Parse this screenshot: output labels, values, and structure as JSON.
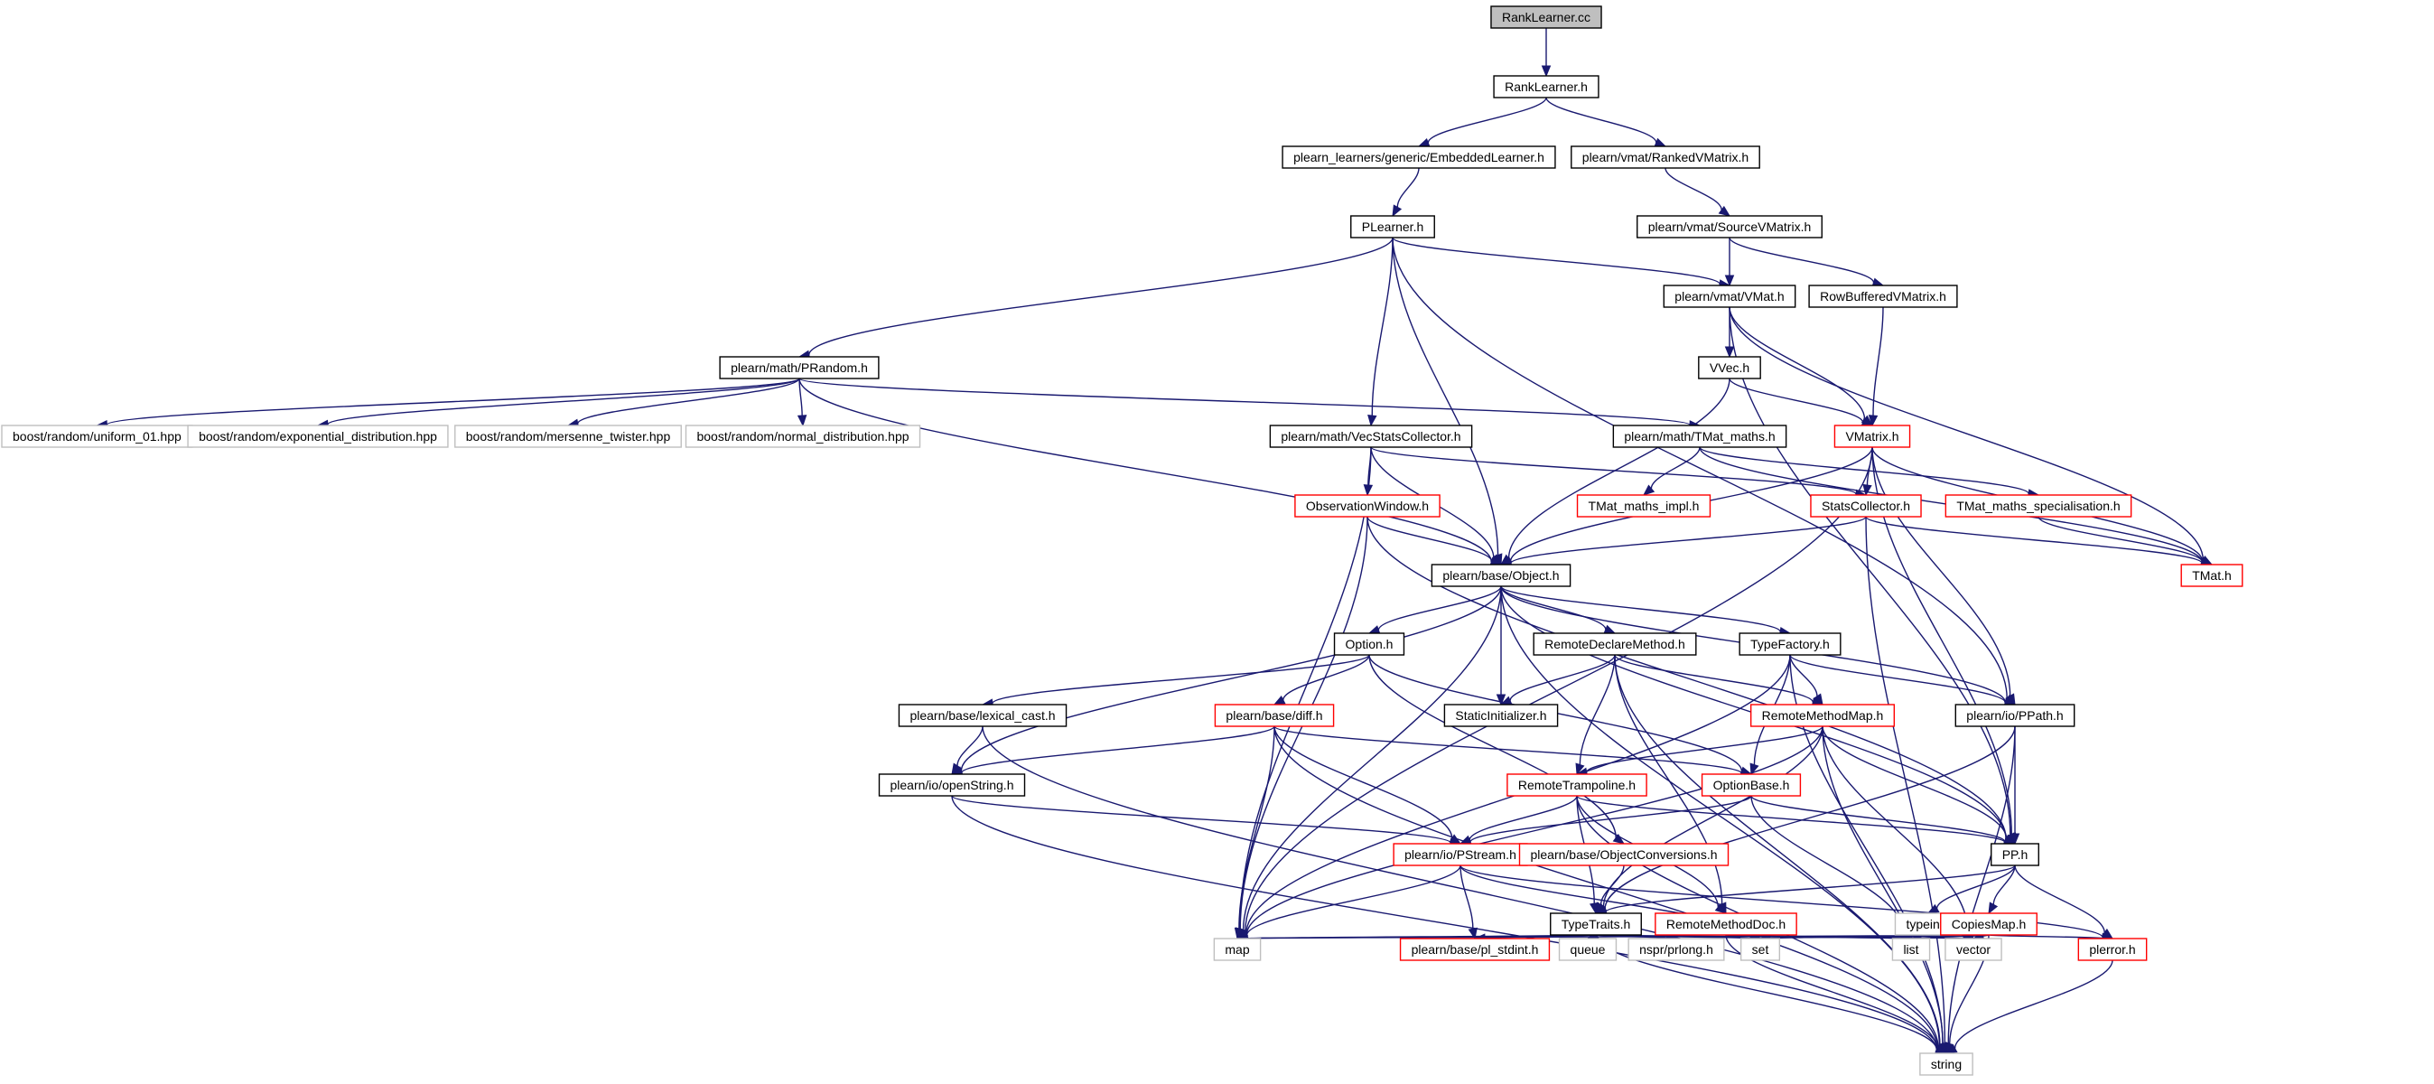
{
  "title": "RankLearner.cc",
  "colors": {
    "edge": "#191970",
    "root_fill": "#bfbfbf",
    "documented_border": "#000000",
    "truncated_border": "#ff0000",
    "external_border": "#bfbfbf",
    "node_fill": "#ffffff"
  },
  "nodes": [
    {
      "id": "n0",
      "label": "RankLearner.cc",
      "kind": "root"
    },
    {
      "id": "n1",
      "label": "RankLearner.h",
      "kind": "doc"
    },
    {
      "id": "n2",
      "label": "plearn_learners/generic/EmbeddedLearner.h",
      "kind": "doc"
    },
    {
      "id": "n3",
      "label": "plearn/vmat/RankedVMatrix.h",
      "kind": "doc"
    },
    {
      "id": "n4",
      "label": "PLearner.h",
      "kind": "doc"
    },
    {
      "id": "n5",
      "label": "plearn/vmat/SourceVMatrix.h",
      "kind": "doc"
    },
    {
      "id": "n6",
      "label": "plearn/vmat/VMat.h",
      "kind": "doc"
    },
    {
      "id": "n7",
      "label": "RowBufferedVMatrix.h",
      "kind": "doc"
    },
    {
      "id": "n8",
      "label": "plearn/math/PRandom.h",
      "kind": "doc"
    },
    {
      "id": "n9",
      "label": "VVec.h",
      "kind": "doc"
    },
    {
      "id": "n10",
      "label": "boost/random/uniform_01.hpp",
      "kind": "ext"
    },
    {
      "id": "n11",
      "label": "boost/random/exponential_distribution.hpp",
      "kind": "ext"
    },
    {
      "id": "n12",
      "label": "boost/random/mersenne_twister.hpp",
      "kind": "ext"
    },
    {
      "id": "n13",
      "label": "boost/random/normal_distribution.hpp",
      "kind": "ext"
    },
    {
      "id": "n14",
      "label": "plearn/math/VecStatsCollector.h",
      "kind": "doc"
    },
    {
      "id": "n15",
      "label": "plearn/math/TMat_maths.h",
      "kind": "doc"
    },
    {
      "id": "n16",
      "label": "VMatrix.h",
      "kind": "trunc"
    },
    {
      "id": "n17",
      "label": "ObservationWindow.h",
      "kind": "trunc"
    },
    {
      "id": "n18",
      "label": "TMat_maths_impl.h",
      "kind": "trunc"
    },
    {
      "id": "n19",
      "label": "StatsCollector.h",
      "kind": "trunc"
    },
    {
      "id": "n20",
      "label": "TMat_maths_specialisation.h",
      "kind": "trunc"
    },
    {
      "id": "n21",
      "label": "plearn/base/Object.h",
      "kind": "doc"
    },
    {
      "id": "n22",
      "label": "TMat.h",
      "kind": "trunc"
    },
    {
      "id": "n23",
      "label": "Option.h",
      "kind": "doc"
    },
    {
      "id": "n24",
      "label": "RemoteDeclareMethod.h",
      "kind": "doc"
    },
    {
      "id": "n25",
      "label": "TypeFactory.h",
      "kind": "doc"
    },
    {
      "id": "n26",
      "label": "plearn/base/lexical_cast.h",
      "kind": "doc"
    },
    {
      "id": "n27",
      "label": "plearn/base/diff.h",
      "kind": "trunc"
    },
    {
      "id": "n28",
      "label": "StaticInitializer.h",
      "kind": "doc"
    },
    {
      "id": "n29",
      "label": "RemoteMethodMap.h",
      "kind": "trunc"
    },
    {
      "id": "n30",
      "label": "plearn/io/PPath.h",
      "kind": "doc"
    },
    {
      "id": "n31",
      "label": "plearn/io/openString.h",
      "kind": "doc"
    },
    {
      "id": "n32",
      "label": "RemoteTrampoline.h",
      "kind": "trunc"
    },
    {
      "id": "n33",
      "label": "OptionBase.h",
      "kind": "trunc"
    },
    {
      "id": "n34",
      "label": "plearn/io/PStream.h",
      "kind": "trunc"
    },
    {
      "id": "n35",
      "label": "plearn/base/ObjectConversions.h",
      "kind": "trunc"
    },
    {
      "id": "n36",
      "label": "PP.h",
      "kind": "doc"
    },
    {
      "id": "n37",
      "label": "TypeTraits.h",
      "kind": "doc"
    },
    {
      "id": "n38",
      "label": "RemoteMethodDoc.h",
      "kind": "trunc"
    },
    {
      "id": "n39",
      "label": "typeinfo",
      "kind": "ext"
    },
    {
      "id": "n40",
      "label": "CopiesMap.h",
      "kind": "trunc"
    },
    {
      "id": "n41",
      "label": "map",
      "kind": "ext"
    },
    {
      "id": "n42",
      "label": "plearn/base/pl_stdint.h",
      "kind": "trunc"
    },
    {
      "id": "n43",
      "label": "queue",
      "kind": "ext"
    },
    {
      "id": "n44",
      "label": "nspr/prlong.h",
      "kind": "ext"
    },
    {
      "id": "n45",
      "label": "set",
      "kind": "ext"
    },
    {
      "id": "n46",
      "label": "list",
      "kind": "ext"
    },
    {
      "id": "n47",
      "label": "vector",
      "kind": "ext"
    },
    {
      "id": "n48",
      "label": "plerror.h",
      "kind": "trunc"
    },
    {
      "id": "n49",
      "label": "string",
      "kind": "ext"
    }
  ],
  "edges": [
    [
      "n0",
      "n1"
    ],
    [
      "n1",
      "n2"
    ],
    [
      "n1",
      "n3"
    ],
    [
      "n2",
      "n4"
    ],
    [
      "n3",
      "n5"
    ],
    [
      "n4",
      "n8"
    ],
    [
      "n4",
      "n21"
    ],
    [
      "n4",
      "n14"
    ],
    [
      "n4",
      "n6"
    ],
    [
      "n4",
      "n30"
    ],
    [
      "n5",
      "n6"
    ],
    [
      "n5",
      "n7"
    ],
    [
      "n6",
      "n9"
    ],
    [
      "n6",
      "n16"
    ],
    [
      "n6",
      "n22"
    ],
    [
      "n6",
      "n36"
    ],
    [
      "n7",
      "n16"
    ],
    [
      "n8",
      "n10"
    ],
    [
      "n8",
      "n11"
    ],
    [
      "n8",
      "n12"
    ],
    [
      "n8",
      "n13"
    ],
    [
      "n8",
      "n21"
    ],
    [
      "n8",
      "n15"
    ],
    [
      "n9",
      "n16"
    ],
    [
      "n9",
      "n21"
    ],
    [
      "n14",
      "n17"
    ],
    [
      "n14",
      "n21"
    ],
    [
      "n14",
      "n19"
    ],
    [
      "n14",
      "n41"
    ],
    [
      "n15",
      "n18"
    ],
    [
      "n15",
      "n20"
    ],
    [
      "n15",
      "n22"
    ],
    [
      "n16",
      "n19"
    ],
    [
      "n16",
      "n22"
    ],
    [
      "n16",
      "n21"
    ],
    [
      "n16",
      "n41"
    ],
    [
      "n16",
      "n30"
    ],
    [
      "n16",
      "n36"
    ],
    [
      "n17",
      "n21"
    ],
    [
      "n17",
      "n41"
    ],
    [
      "n17",
      "n36"
    ],
    [
      "n19",
      "n21"
    ],
    [
      "n19",
      "n22"
    ],
    [
      "n19",
      "n49"
    ],
    [
      "n20",
      "n22"
    ],
    [
      "n21",
      "n23"
    ],
    [
      "n21",
      "n24"
    ],
    [
      "n21",
      "n25"
    ],
    [
      "n21",
      "n28"
    ],
    [
      "n21",
      "n30"
    ],
    [
      "n21",
      "n31"
    ],
    [
      "n21",
      "n41"
    ],
    [
      "n21",
      "n36"
    ],
    [
      "n21",
      "n49"
    ],
    [
      "n23",
      "n26"
    ],
    [
      "n23",
      "n27"
    ],
    [
      "n23",
      "n33"
    ],
    [
      "n23",
      "n35"
    ],
    [
      "n24",
      "n28"
    ],
    [
      "n24",
      "n29"
    ],
    [
      "n24",
      "n32"
    ],
    [
      "n24",
      "n38"
    ],
    [
      "n24",
      "n49"
    ],
    [
      "n25",
      "n29"
    ],
    [
      "n25",
      "n30"
    ],
    [
      "n25",
      "n33"
    ],
    [
      "n25",
      "n41"
    ],
    [
      "n25",
      "n49"
    ],
    [
      "n26",
      "n31"
    ],
    [
      "n26",
      "n49"
    ],
    [
      "n27",
      "n31"
    ],
    [
      "n27",
      "n33"
    ],
    [
      "n27",
      "n34"
    ],
    [
      "n27",
      "n41"
    ],
    [
      "n27",
      "n49"
    ],
    [
      "n29",
      "n32"
    ],
    [
      "n29",
      "n36"
    ],
    [
      "n29",
      "n37"
    ],
    [
      "n29",
      "n41"
    ],
    [
      "n29",
      "n47"
    ],
    [
      "n29",
      "n49"
    ],
    [
      "n30",
      "n37"
    ],
    [
      "n30",
      "n36"
    ],
    [
      "n30",
      "n49"
    ],
    [
      "n31",
      "n34"
    ],
    [
      "n31",
      "n49"
    ],
    [
      "n32",
      "n34"
    ],
    [
      "n32",
      "n37"
    ],
    [
      "n32",
      "n38"
    ],
    [
      "n32",
      "n36"
    ],
    [
      "n32",
      "n49"
    ],
    [
      "n33",
      "n34"
    ],
    [
      "n33",
      "n36"
    ],
    [
      "n33",
      "n46"
    ],
    [
      "n34",
      "n41"
    ],
    [
      "n34",
      "n42"
    ],
    [
      "n34",
      "n45"
    ],
    [
      "n34",
      "n48"
    ],
    [
      "n35",
      "n37"
    ],
    [
      "n36",
      "n37"
    ],
    [
      "n36",
      "n39"
    ],
    [
      "n36",
      "n40"
    ],
    [
      "n36",
      "n48"
    ],
    [
      "n37",
      "n41"
    ],
    [
      "n37",
      "n42"
    ],
    [
      "n37",
      "n43"
    ],
    [
      "n37",
      "n44"
    ],
    [
      "n37",
      "n45"
    ],
    [
      "n37",
      "n46"
    ],
    [
      "n37",
      "n47"
    ],
    [
      "n37",
      "n49"
    ],
    [
      "n38",
      "n46"
    ],
    [
      "n38",
      "n49"
    ],
    [
      "n40",
      "n41"
    ],
    [
      "n40",
      "n45"
    ],
    [
      "n40",
      "n46"
    ],
    [
      "n40",
      "n47"
    ],
    [
      "n40",
      "n48"
    ],
    [
      "n40",
      "n49"
    ],
    [
      "n48",
      "n49"
    ]
  ]
}
